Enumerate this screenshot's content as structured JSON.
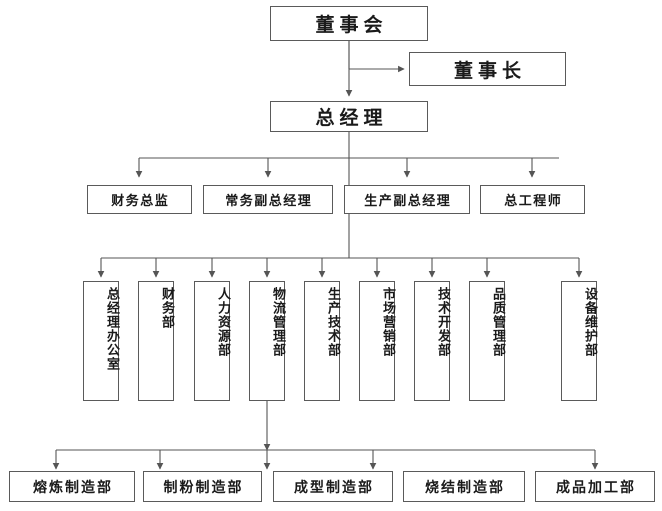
{
  "chart_title": "",
  "colors": {
    "box_border": "#5a5a5a",
    "box_fill": "#ffffff",
    "line": "#555555",
    "text": "#1a1a1a",
    "background": "#ffffff"
  },
  "levels": {
    "board": {
      "label": "董事会"
    },
    "chairman": {
      "label": "董事长"
    },
    "general_manager": {
      "label": "总经理"
    },
    "executives": [
      {
        "label": "财务总监"
      },
      {
        "label": "常务副总经理"
      },
      {
        "label": "生产副总经理"
      },
      {
        "label": "总工程师"
      }
    ],
    "departments": [
      {
        "label": "总经理办公室"
      },
      {
        "label": "财务部"
      },
      {
        "label": "人力资源部"
      },
      {
        "label": "物流管理部"
      },
      {
        "label": "生产技术部"
      },
      {
        "label": "市场营销部"
      },
      {
        "label": "技术开发部"
      },
      {
        "label": "品质管理部"
      },
      {
        "label": "设备维护部"
      }
    ],
    "plants": [
      {
        "label": "熔炼制造部"
      },
      {
        "label": "制粉制造部"
      },
      {
        "label": "成型制造部"
      },
      {
        "label": "烧结制造部"
      },
      {
        "label": "成品加工部"
      }
    ]
  }
}
